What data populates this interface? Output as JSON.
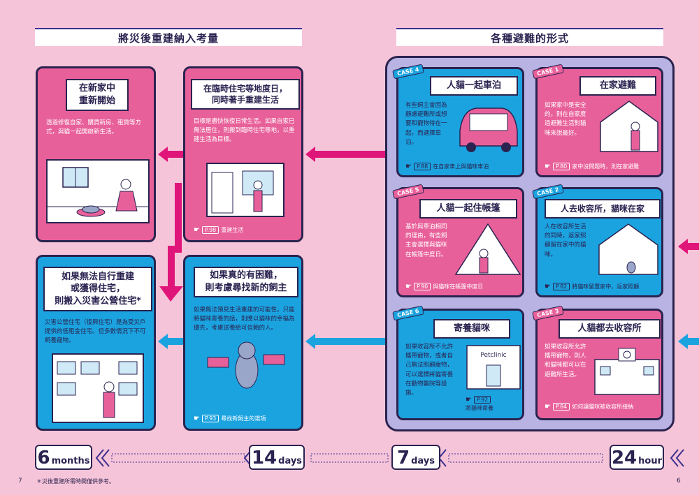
{
  "headers": {
    "left": "將災後重建納入考量",
    "right": "各種避難的形式"
  },
  "left_cards": {
    "new_home": {
      "title_l1": "在新家中",
      "title_l2": "重新開始",
      "desc_l1": "透過修復自家、購買新房、租賃等方",
      "desc_l2": "式，與貓一起開啟新生活。"
    },
    "temp_housing": {
      "title_l1": "在臨時住宅等地度日，",
      "title_l2": "同時著手重建生活",
      "desc_l1": "目標是盡快恢復日常生活。如果自家已",
      "desc_l2": "無法居住，則搬到臨時住宅等地，以重",
      "desc_l3": "建生活為目標。",
      "ref_page": "P.98",
      "ref_text": "重建生活"
    },
    "public_housing": {
      "title_l1": "如果無法自行重建",
      "title_l2": "或獲得住宅，",
      "title_l3": "則搬入災害公營住宅*",
      "desc_l1": "災害公營住宅（復興住宅）是為受災戶",
      "desc_l2": "提供的低租金住宅。但多數情況下不可",
      "desc_l3": "飼養寵物。"
    },
    "new_owner": {
      "title_l1": "如果真的有困難，",
      "title_l2": "則考慮尋找新的飼主",
      "desc_l1": "如果無法預見生活重建的可能性，只能",
      "desc_l2": "將貓咪寄養的話，則應以貓咪的幸福為",
      "desc_l3": "優先，考慮送養給可信賴的人。",
      "ref_page": "P.93",
      "ref_text": "尋找新飼主的選項"
    }
  },
  "cases": {
    "c1": {
      "tag": "CASE 1",
      "title": "在家避難",
      "desc_l1": "如果家中是安全",
      "desc_l2": "的，則在自家度",
      "desc_l3": "過避難生活對貓",
      "desc_l4": "咪來說最好。",
      "ref_page": "P.80",
      "ref_text": "家中沒問題時，則在家避難"
    },
    "c2": {
      "tag": "CASE 2",
      "title": "人去收容所，貓咪在家",
      "desc_l1": "人在收容所生活",
      "desc_l2": "的同時，返家照",
      "desc_l3": "顧留在家中的貓",
      "desc_l4": "咪。",
      "ref_page": "P.82",
      "ref_text": "將貓咪留置家中，返家照顧"
    },
    "c3": {
      "tag": "CASE 3",
      "title": "人貓都去收容所",
      "desc_l1": "如果收容所允許",
      "desc_l2": "攜帶寵物，則人",
      "desc_l3": "和貓咪都可以在",
      "desc_l4": "避難所生活。",
      "ref_page": "P.84",
      "ref_text": "如何讓貓咪被收容所接納"
    },
    "c4": {
      "tag": "CASE 4",
      "title": "人貓一起車泊",
      "desc_l1": "有些飼主會因為",
      "desc_l2": "顧慮避難所或想",
      "desc_l3": "要和寵物待在一",
      "desc_l4": "起，而選擇車",
      "desc_l5": "泊。",
      "ref_page": "P.88",
      "ref_text": "在自家車上與貓咪車泊"
    },
    "c5": {
      "tag": "CASE 5",
      "title": "人貓一起住帳篷",
      "desc_l1": "基於與車泊相同",
      "desc_l2": "的理由，有些飼",
      "desc_l3": "主會選擇與貓咪",
      "desc_l4": "在帳篷中度日。",
      "ref_page": "P.90",
      "ref_text": "與貓咪在帳篷中度日"
    },
    "c6": {
      "tag": "CASE 6",
      "title": "寄養貓咪",
      "desc_l1": "如果收容所不允許",
      "desc_l2": "攜帶寵物，或者自",
      "desc_l3": "己無法照顧寵物，",
      "desc_l4": "可以選擇將貓寄養",
      "desc_l5": "在動物醫院等設",
      "desc_l6": "施。",
      "ref_page": "P.92",
      "ref_text": "將貓咪寄養",
      "sign": "Petclinic"
    }
  },
  "timeline": [
    {
      "num": "6",
      "unit": "months"
    },
    {
      "num": "14",
      "unit": "days"
    },
    {
      "num": "7",
      "unit": "days"
    },
    {
      "num": "24",
      "unit": "hour"
    }
  ],
  "footnote": "＊災後重建所需時間僅供參考。",
  "pages": {
    "left": "7",
    "right": "6"
  },
  "colors": {
    "pink": "#e8609a",
    "blue": "#1ba3e0",
    "navy": "#2a2350",
    "background": "#f6c4d8",
    "lavender": "#b9b3e3",
    "arrow_pink": "#e0157a"
  },
  "icons": [
    "pointing-hand-icon",
    "arrow-left-icon",
    "double-chevron-icon"
  ]
}
